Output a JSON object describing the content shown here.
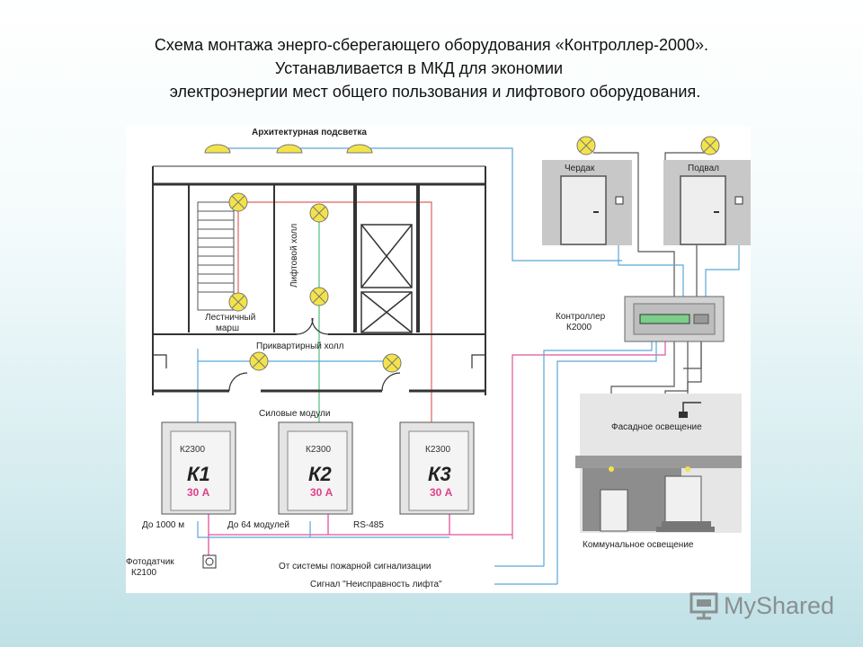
{
  "title": {
    "line1": "Схема монтажа энерго-сберегающего оборудования «Контроллер-2000».",
    "line2": "Устанавливается в МКД для экономии",
    "line3": "электроэнергии мест общего пользования и лифтового оборудования."
  },
  "diagram": {
    "arch_light": "Архитектурная подсветка",
    "attic": "Чердак",
    "basement": "Подвал",
    "lift_hall": "Лифтовой холл",
    "stair_1": "Лестничный",
    "stair_2": "марш",
    "flat_hall": "Приквартирный холл",
    "controller_1": "Контроллер",
    "controller_2": "К2000",
    "facade": "Фасадное освещение",
    "communal": "Коммунальное освещение",
    "power_modules": "Силовые     модули",
    "modules": [
      {
        "model": "К2300",
        "name": "К1",
        "current": "30 А"
      },
      {
        "model": "К2300",
        "name": "К2",
        "current": "30 А"
      },
      {
        "model": "К2300",
        "name": "К3",
        "current": "30 А"
      }
    ],
    "bus_1000": "До 1000 м",
    "bus_64": "До 64 модулей",
    "rs485": "RS-485",
    "photo_1": "Фотодатчик",
    "photo_2": "К2100",
    "fire_signal": "От системы пожарной сигнализации",
    "lift_signal": "Сигнал \"Неисправность лифта\"",
    "colors": {
      "blue_wire": "#5aa6d6",
      "pink_wire": "#e0559a",
      "green_wire": "#4cc07a",
      "red_wire": "#e06060",
      "lamp": "#f3e34a"
    }
  },
  "watermark": {
    "text": "MyShared",
    "icon": "presentation-board-icon"
  }
}
